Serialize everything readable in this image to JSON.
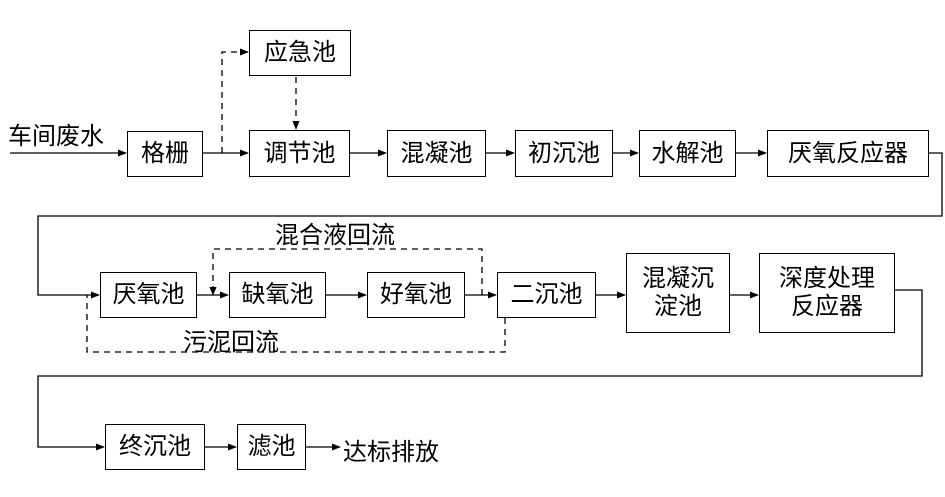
{
  "inlet_label": "车间废水",
  "outlet_label": "达标排放",
  "recycle_mixed_label": "混合液回流",
  "recycle_sludge_label": "污泥回流",
  "boxes": {
    "screen": "格栅",
    "emergency_tank": "应急池",
    "equalization_tank": "调节池",
    "coagulation_tank": "混凝池",
    "primary_settling": "初沉池",
    "hydrolysis_tank": "水解池",
    "anaerobic_reactor": "厌氧反应器",
    "anaerobic_tank": "厌氧池",
    "anoxic_tank": "缺氧池",
    "aerobic_tank": "好氧池",
    "secondary_settling": "二沉池",
    "coag_settling": [
      "混凝沉",
      "淀池"
    ],
    "advanced_reactor": [
      "深度处理",
      "反应器"
    ],
    "final_settling": "终沉池",
    "filter_tank": "滤池"
  },
  "colors": {
    "line": "#000000",
    "background": "#ffffff"
  }
}
